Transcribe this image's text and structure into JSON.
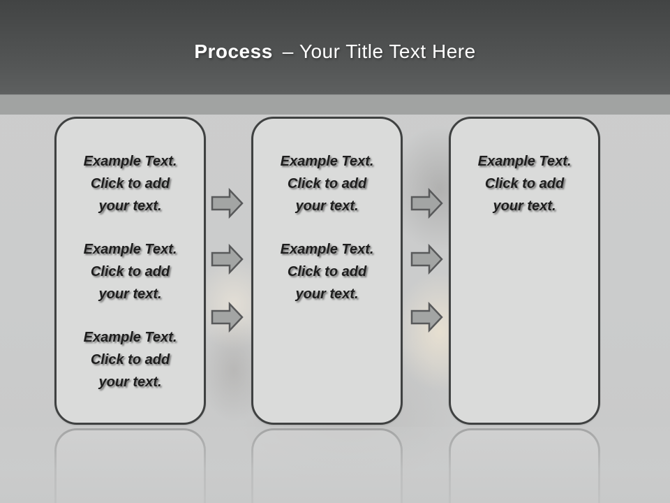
{
  "slide": {
    "title": {
      "emphasis": "Process",
      "separator": "–",
      "rest": "Your Title Text Here"
    }
  },
  "boxes": [
    {
      "name": "step-1",
      "paragraphs": [
        "Example Text.\nClick  to add\nyour text.",
        "Example Text.\nClick  to add\nyour text.",
        "Example Text.\nClick  to add\nyour text."
      ]
    },
    {
      "name": "step-2",
      "paragraphs": [
        "Example Text.\nClick  to add\nyour text.",
        "Example Text.\nClick  to add\nyour text."
      ]
    },
    {
      "name": "step-3",
      "paragraphs": [
        "Example Text.\nClick  to add\nyour text."
      ]
    }
  ],
  "arrows": {
    "icon": "arrow-right-icon",
    "direction": "right",
    "count": 6
  },
  "colors": {
    "header_top": "#424444",
    "header_bottom": "#5e6060",
    "accent_band": "#a1a3a2",
    "background": "#cbcccc",
    "box_fill": "#dadbda",
    "box_border": "#3f4141",
    "arrow_fill": "#a3a5a4",
    "arrow_border": "#58595a",
    "title_color": "#ffffff",
    "text_color": "#1e1e1e"
  }
}
